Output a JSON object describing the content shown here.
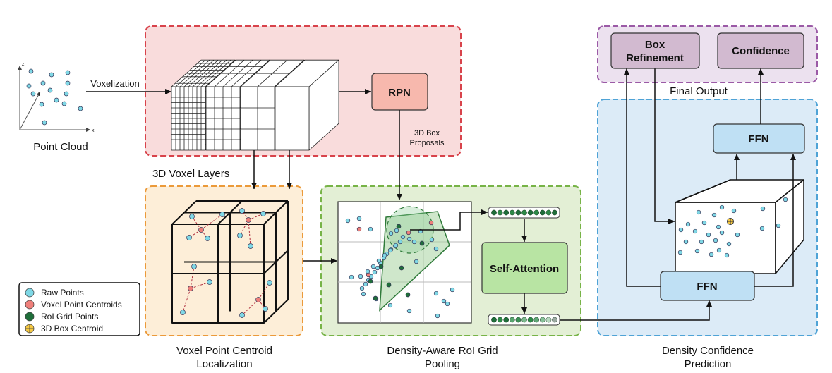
{
  "colors": {
    "voxel_region": "#f9dcdc",
    "voxel_border": "#d8434b",
    "centroid_region": "#fdeed8",
    "centroid_border": "#eb9a3a",
    "pooling_region": "#e3efd5",
    "pooling_border": "#77b347",
    "confidence_region": "#dcebf7",
    "confidence_border": "#4fa3d6",
    "output_region": "#ece1ef",
    "output_border": "#9b5aa6",
    "rpn_box": "#f7b8ad",
    "ffn_box": "#bfe0f4",
    "attention_box": "#b8e4a3",
    "output_box": "#d2bad0",
    "raw_point": "#7fd8e6",
    "centroid_point": "#ef7f7a",
    "grid_point": "#1f6e3a",
    "box_centroid": "#f5c842"
  },
  "point_cloud": {
    "label": "Point Cloud",
    "axis_x": "x",
    "axis_y": "y",
    "axis_z": "z"
  },
  "voxelization": {
    "label": "Voxelization"
  },
  "voxel_layers": {
    "label": "3D Voxel Layers"
  },
  "rpn": {
    "label": "RPN",
    "proposals_line1": "3D Box",
    "proposals_line2": "Proposals"
  },
  "centroid_localization": {
    "line1": "Voxel Point Centroid",
    "line2": "Localization"
  },
  "grid_pooling": {
    "line1": "Density-Aware RoI Grid",
    "line2": "Pooling",
    "attention": "Self-Attention"
  },
  "confidence_prediction": {
    "line1": "Density Confidence",
    "line2": "Prediction",
    "ffn_top": "FFN",
    "ffn_bottom": "FFN"
  },
  "final_output": {
    "label": "Final Output",
    "box_refinement_line1": "Box",
    "box_refinement_line2": "Refinement",
    "confidence": "Confidence"
  },
  "legend": {
    "raw_points": "Raw Points",
    "voxel_point_centroids": "Voxel Point Centroids",
    "roi_grid_points": "RoI Grid Points",
    "box_centroid": "3D Box Centroid"
  }
}
